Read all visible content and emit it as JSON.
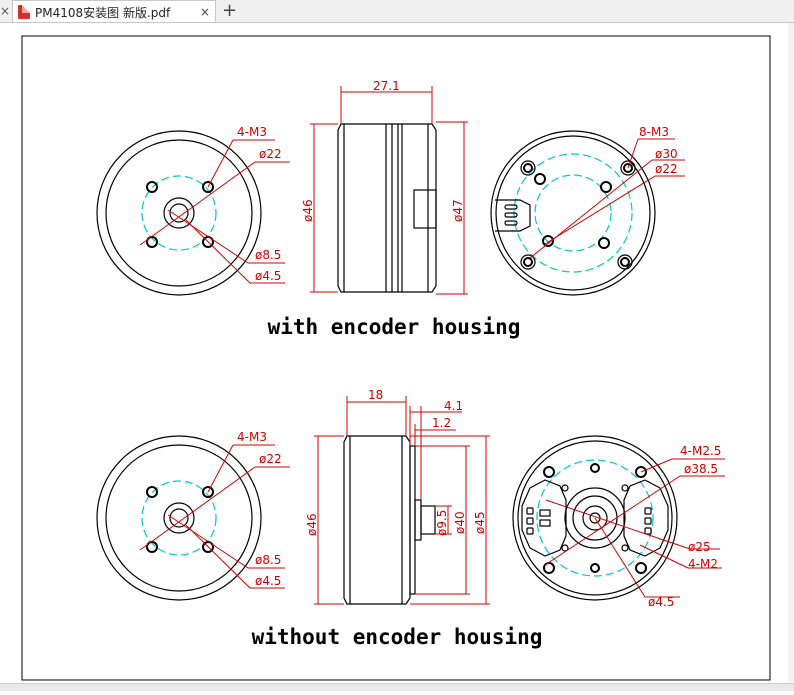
{
  "tab": {
    "title": "PM4108安装图 新版.pdf",
    "close": "×",
    "add": "+"
  },
  "left_close": "×",
  "drawing": {
    "top": {
      "front": {
        "holes": "4-M3",
        "d_pcd": "ø22",
        "d_bore": "ø8.5",
        "d_center": "ø4.5"
      },
      "side": {
        "length": "27.1",
        "d_left": "ø46",
        "d_right": "ø47"
      },
      "back": {
        "holes": "8-M3",
        "d_outer": "ø30",
        "d_inner": "ø22"
      },
      "caption": "with encoder housing"
    },
    "bottom": {
      "front": {
        "holes": "4-M3",
        "d_pcd": "ø22",
        "d_bore": "ø8.5",
        "d_center": "ø4.5"
      },
      "side": {
        "length": "18",
        "shaft_len": "4.1",
        "step": "1.2",
        "d_left": "ø46",
        "d_shaft": "ø9.5",
        "d_hub": "ø40",
        "d_right": "ø45"
      },
      "back": {
        "holes1": "4-M2.5",
        "d_pcd": "ø38.5",
        "d_inner": "ø25",
        "holes2": "4-M2",
        "d_center": "ø4.5"
      },
      "caption": "without encoder housing"
    }
  },
  "colors": {
    "line": "#000000",
    "dim": "#d40000",
    "center": "#00c8c8"
  }
}
